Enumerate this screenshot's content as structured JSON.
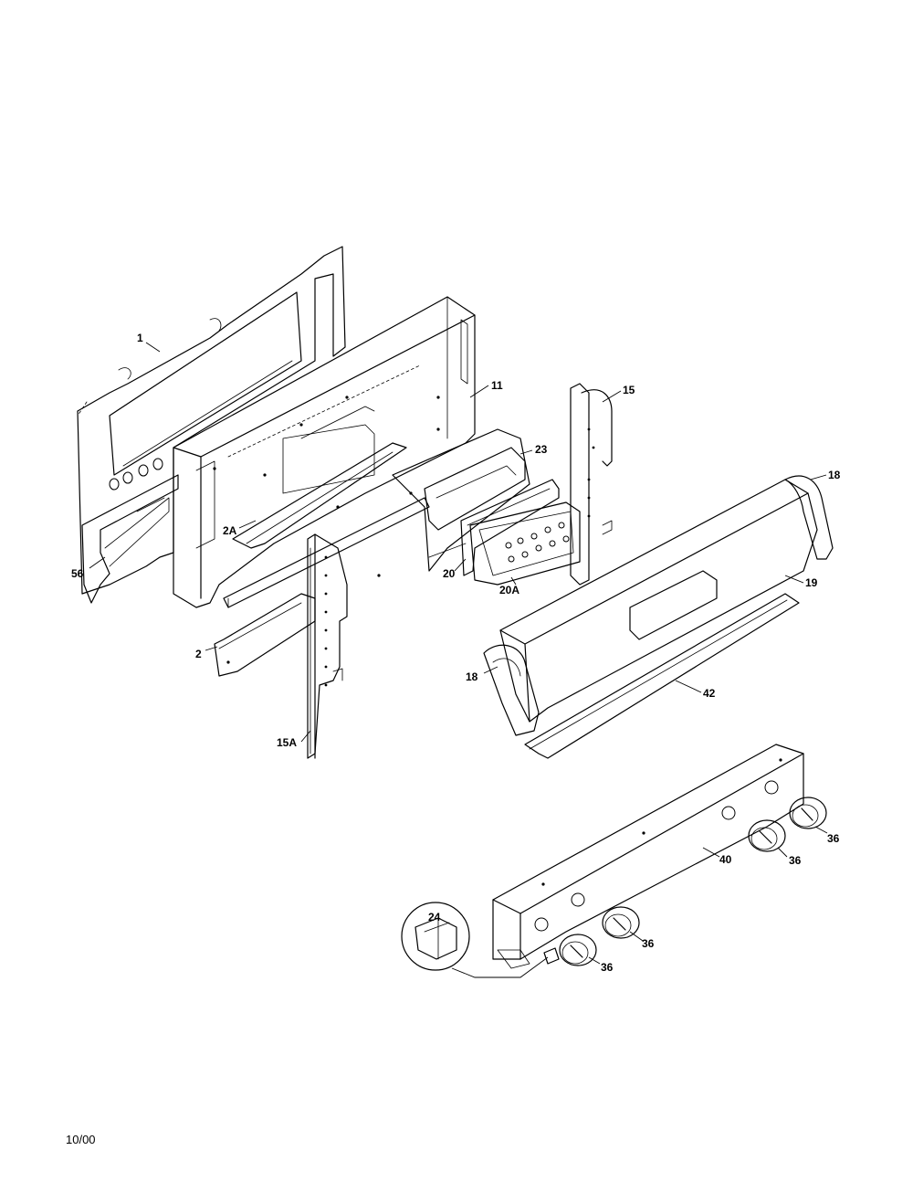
{
  "callouts": {
    "c1": "1",
    "c11": "11",
    "c15": "15",
    "c23": "23",
    "c18_top": "18",
    "c19": "19",
    "c2a": "2A",
    "c56": "56",
    "c20": "20",
    "c20a": "20A",
    "c2": "2",
    "c18_left": "18",
    "c42": "42",
    "c15a": "15A",
    "c36_a": "36",
    "c36_b": "36",
    "c40": "40",
    "c36_c": "36",
    "c36_d": "36",
    "c24": "24"
  },
  "footer": {
    "date_code": "10/00"
  }
}
